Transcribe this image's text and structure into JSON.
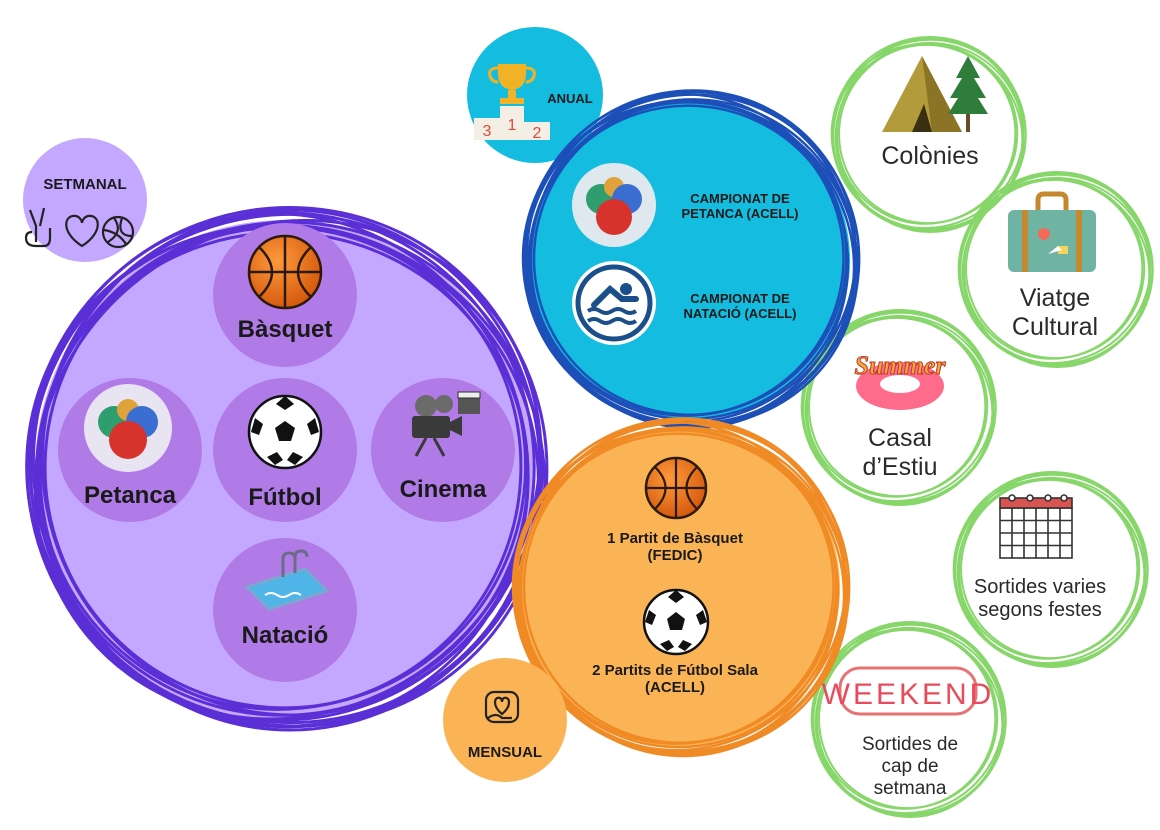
{
  "colors": {
    "weekly": "#c4a8ff",
    "weekly_ring": "#5b2fd6",
    "weekly_tile": "#b07be6",
    "annual": "#14bde0",
    "annual_ring": "#1d4fb8",
    "monthly": "#fbb455",
    "monthly_ring": "#f08a25",
    "green_ring": "#86d66a"
  },
  "weekly": {
    "tag": "SETMANAL",
    "activities": [
      "Bàsquet",
      "Petanca",
      "Fútbol",
      "Cinema",
      "Natació"
    ],
    "icons": [
      "basketball-icon",
      "petanque-balls-icon",
      "soccer-ball-icon",
      "film-camera-icon",
      "swimming-pool-icon"
    ]
  },
  "annual": {
    "tag": "ANUAL",
    "events": [
      {
        "line1": "CAMPIONAT DE",
        "line2": "PETANCA (ACELL)",
        "icon": "petanque-balls-icon"
      },
      {
        "line1": "CAMPIONAT DE",
        "line2": "NATACIÓ (ACELL)",
        "icon": "swimmer-icon"
      }
    ]
  },
  "monthly": {
    "tag": "MENSUAL",
    "events": [
      {
        "line1": "1 Partit de Bàsquet",
        "line2": "(FEDIC)",
        "icon": "basketball-icon"
      },
      {
        "line1": "2 Partits de Fútbol Sala",
        "line2": "(ACELL)",
        "icon": "soccer-ball-icon"
      }
    ]
  },
  "other": {
    "items": [
      {
        "lines": [
          "Colònies"
        ],
        "icon": "tent-icon"
      },
      {
        "lines": [
          "Viatge",
          "Cultural"
        ],
        "icon": "suitcase-icon"
      },
      {
        "lines": [
          "Casal",
          "d’Estiu"
        ],
        "icon": "summer-float-icon",
        "badge": "Summer"
      },
      {
        "lines": [
          "Sortides varies",
          "segons festes"
        ],
        "icon": "calendar-icon"
      },
      {
        "lines": [
          "Sortides de",
          "cap de",
          "setmana"
        ],
        "icon": "weekend-sign-icon",
        "badge": "WEEKEND"
      }
    ]
  }
}
